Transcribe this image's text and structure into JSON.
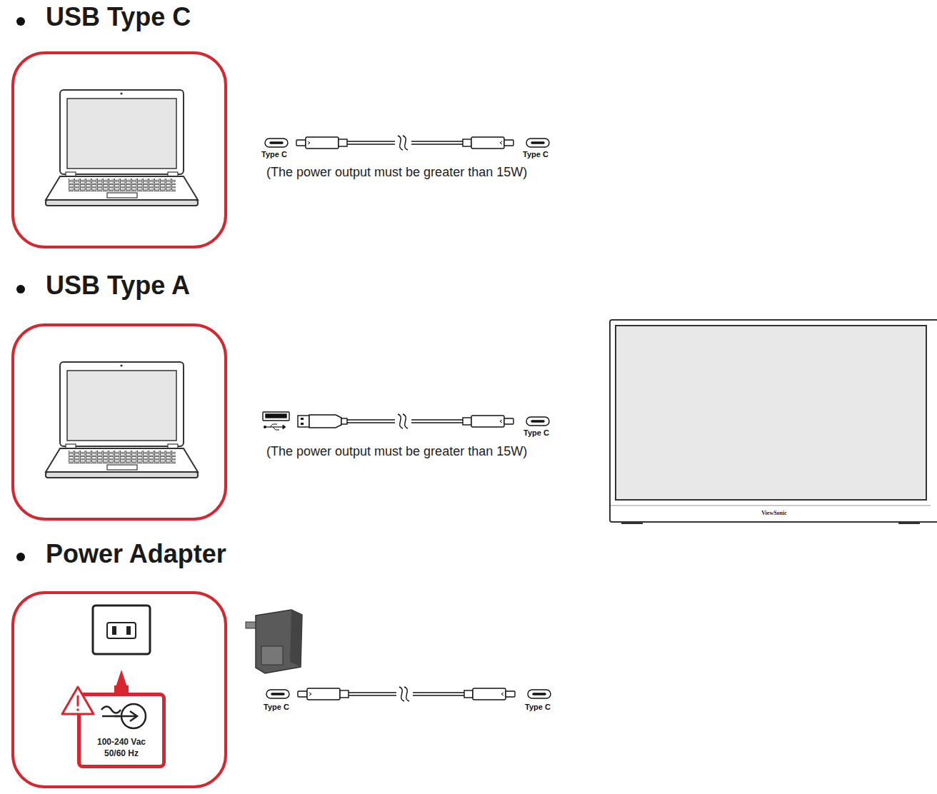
{
  "diagram": {
    "nodes": [
      {
        "text": [
          "100-240 Vac 50/60 Hz"
        ]
      },
      {
        "text": [
          "ViewSonic"
        ]
      }
    ],
    "labels": [
      "USB Type C",
      "Type C",
      "Type C",
      "(The power output must be greater than 15W)",
      "USB Type A",
      "Type C",
      "(The power output must be greater than 15W)",
      "Power Adapter",
      "Type C",
      "Type C"
    ]
  }
}
